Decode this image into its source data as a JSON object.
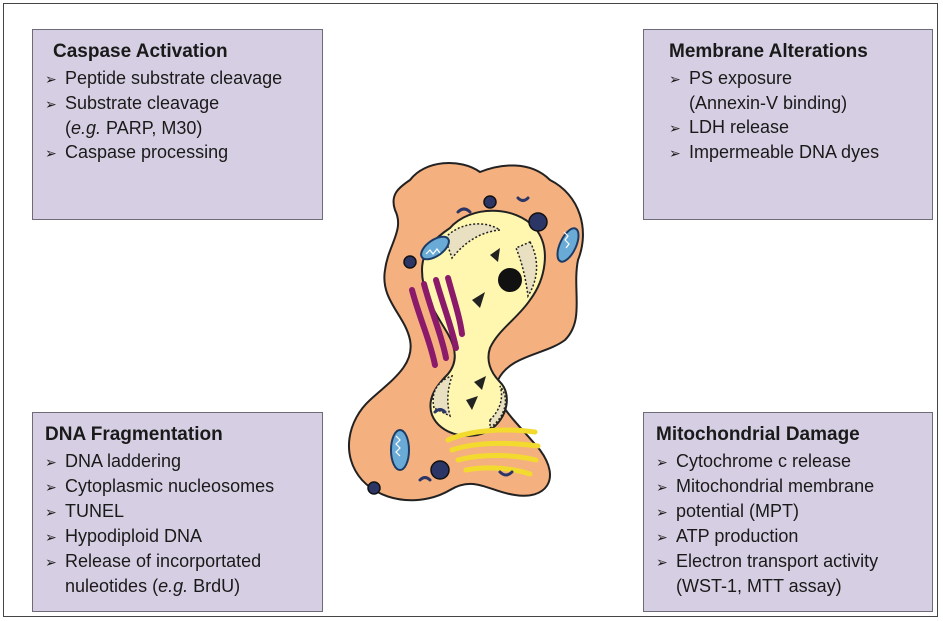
{
  "boxes": {
    "caspase": {
      "title": "Caspase Activation",
      "items": [
        {
          "text": "Peptide substrate cleavage"
        },
        {
          "text": "Substrate cleavage"
        },
        {
          "pre": "(",
          "em": "e.g.",
          "post": " PARP, M30)"
        },
        {
          "text": "Caspase processing"
        }
      ]
    },
    "membrane": {
      "title": "Membrane Alterations",
      "items": [
        {
          "text": "PS exposure"
        },
        {
          "text": "(Annexin-V binding)"
        },
        {
          "text": "LDH release"
        },
        {
          "text": "Impermeable DNA dyes"
        }
      ]
    },
    "dna": {
      "title": "DNA Fragmentation",
      "items": [
        {
          "text": "DNA laddering"
        },
        {
          "text": "Cytoplasmic nucleosomes"
        },
        {
          "text": "TUNEL"
        },
        {
          "text": "Hypodiploid DNA"
        },
        {
          "text": "Release of incorportated"
        },
        {
          "pre": "nuleotides (",
          "em": "e.g.",
          "post": " BrdU)"
        }
      ]
    },
    "mito": {
      "title": "Mitochondrial Damage",
      "items": [
        {
          "text": "Cytochrome c release"
        },
        {
          "text": "Mitochondrial membrane"
        },
        {
          "text": "potential (MPT)"
        },
        {
          "text": "ATP production"
        },
        {
          "text": "Electron transport activity"
        },
        {
          "text": "(WST-1, MTT assay)"
        }
      ]
    }
  },
  "bullet_glyph": "➢",
  "colors": {
    "box_fill": "#d6cfe3",
    "cytoplasm": "#f5b07f",
    "nucleus": "#fff7b0",
    "golgi_er": "#8b1a6b",
    "golgi_yellow": "#f3da2f",
    "mitochondria": "#6aaad6",
    "organelle_dark": "#2b3566"
  }
}
